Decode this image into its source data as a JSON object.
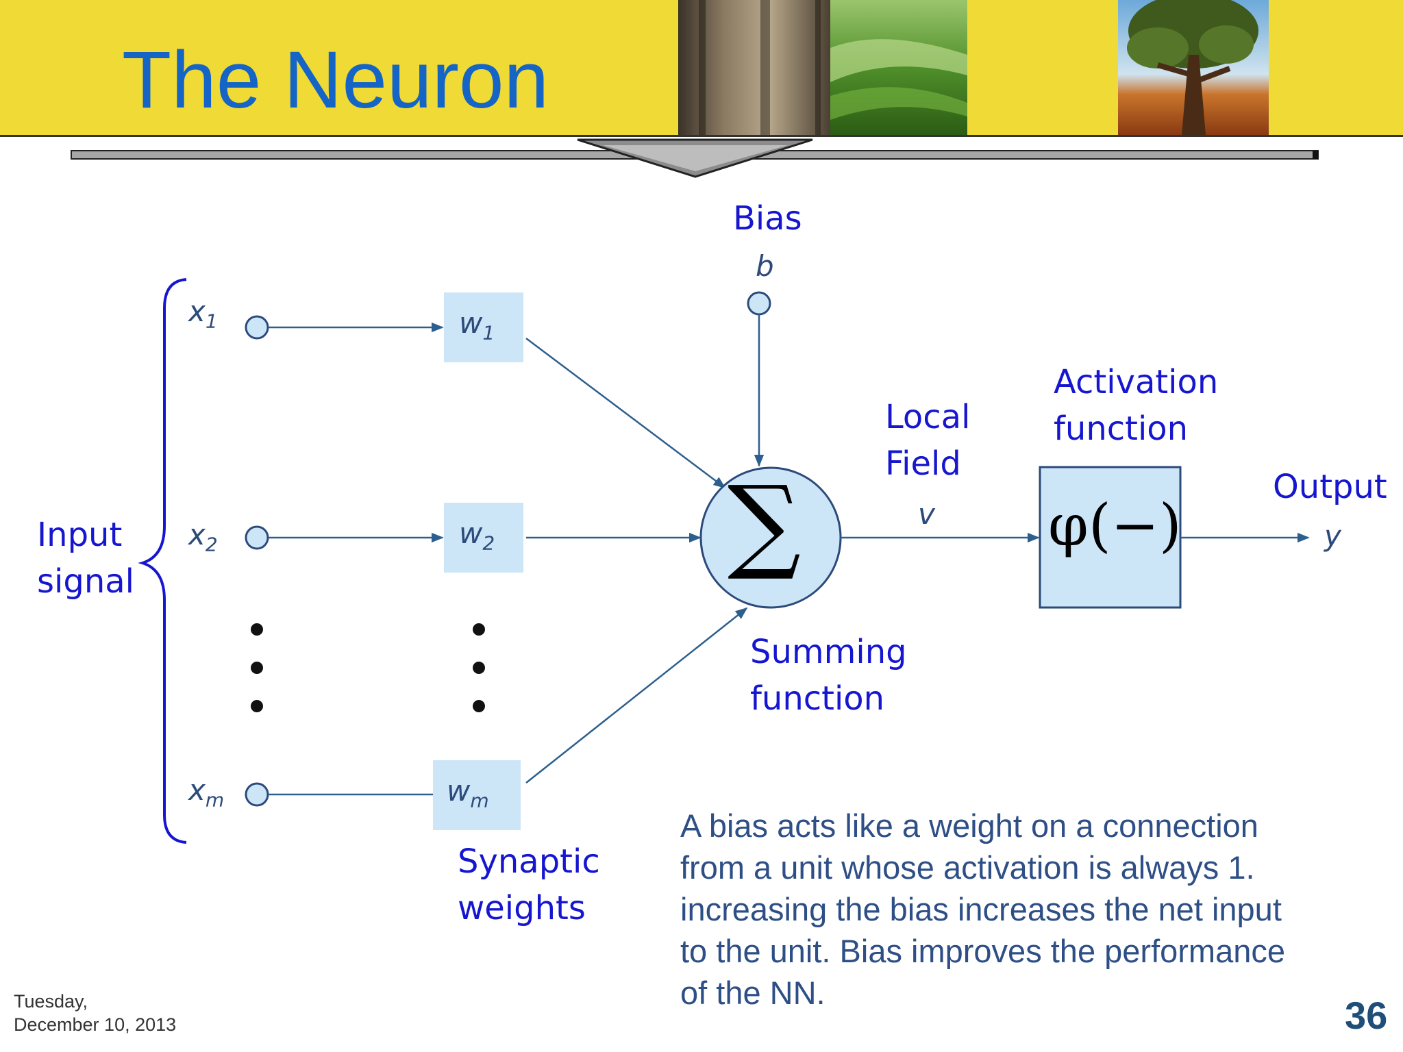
{
  "slide": {
    "title": "The Neuron",
    "date_line1": "Tuesday,",
    "date_line2": "December 10, 2013",
    "page_number": "36"
  },
  "diagram": {
    "input_signal": [
      "Input",
      "signal"
    ],
    "inputs": [
      {
        "var": "x",
        "sub": "1"
      },
      {
        "var": "x",
        "sub": "2"
      },
      {
        "var": "x",
        "sub": "m"
      }
    ],
    "weights": [
      {
        "var": "w",
        "sub": "1"
      },
      {
        "var": "w",
        "sub": "2"
      },
      {
        "var": "w",
        "sub": "m"
      }
    ],
    "bias_label": "Bias",
    "bias_var": "b",
    "sum_symbol": "∑",
    "summing_function": [
      "Summing",
      "function"
    ],
    "local_field": [
      "Local",
      "Field"
    ],
    "local_field_var": "v",
    "activation_label": [
      "Activation",
      "function"
    ],
    "activation_symbol": "φ(−)",
    "output_label": "Output",
    "output_var": "y",
    "synaptic_weights": [
      "Synaptic",
      "weights"
    ]
  },
  "note_lines": [
    "A bias acts like a weight on a connection",
    "from a unit whose activation is always 1.",
    "increasing the bias increases the net input",
    "to the unit. Bias improves the performance",
    "of the NN."
  ],
  "colors": {
    "banner": "#f0da36",
    "title": "#1565c7",
    "label_blue": "#1616d0",
    "var_blue": "#2c4a7a",
    "node_fill": "#cce6f8",
    "arrow": "#2c5f8e"
  }
}
